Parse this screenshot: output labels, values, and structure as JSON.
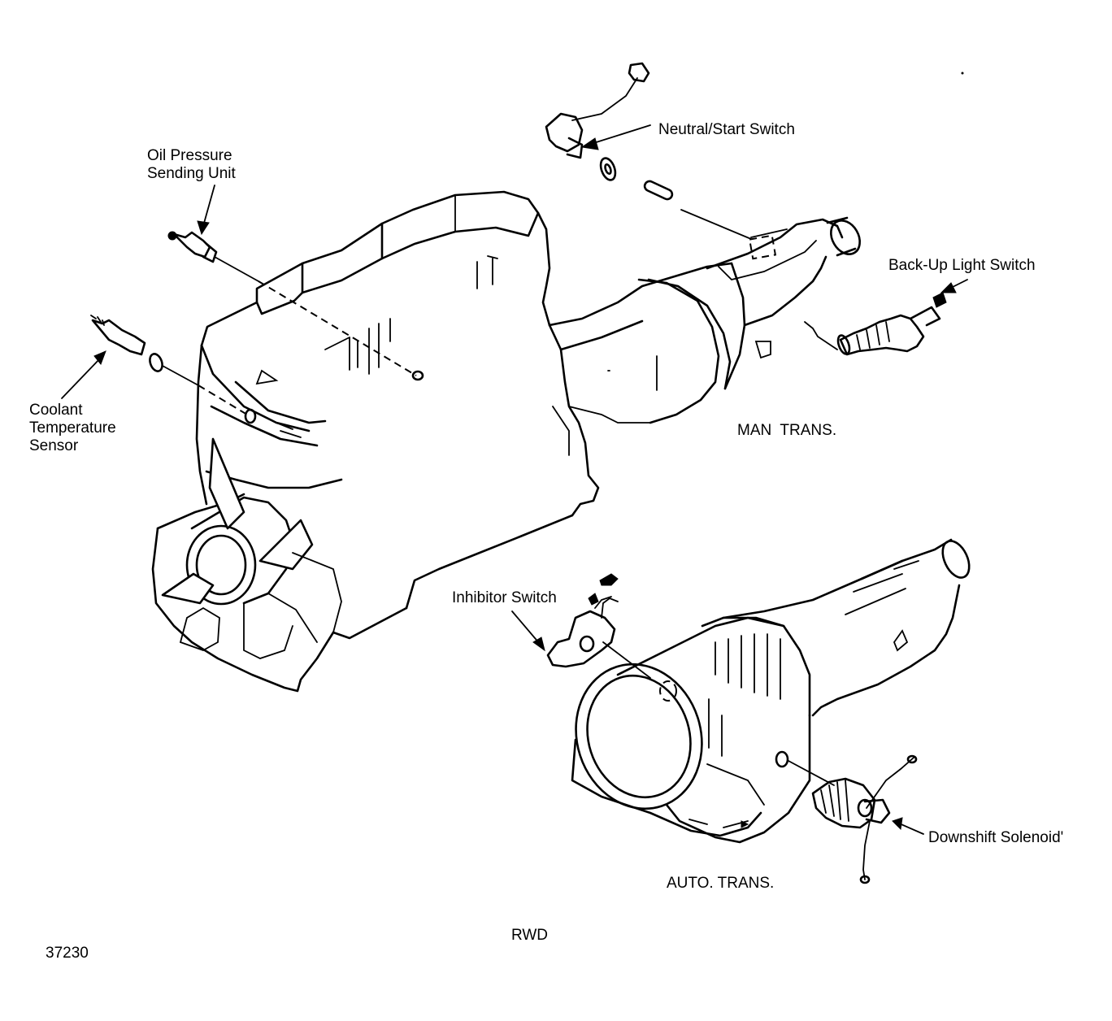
{
  "labels": {
    "neutral_start_switch": "Neutral/Start Switch",
    "oil_pressure_line1": "Oil Pressure",
    "oil_pressure_line2": "Sending Unit",
    "backup_light_switch": "Back-Up Light Switch",
    "coolant_line1": "Coolant",
    "coolant_line2": "Temperature",
    "coolant_line3": "Sensor",
    "man_trans": "MAN  TRANS.",
    "inhibitor_switch": "Inhibitor Switch",
    "downshift_solenoid": "Downshift Solenoid'",
    "auto_trans": "AUTO. TRANS.",
    "rwd": "RWD",
    "figure_number": "37230"
  },
  "colors": {
    "ink": "#000000",
    "paper": "#ffffff"
  }
}
